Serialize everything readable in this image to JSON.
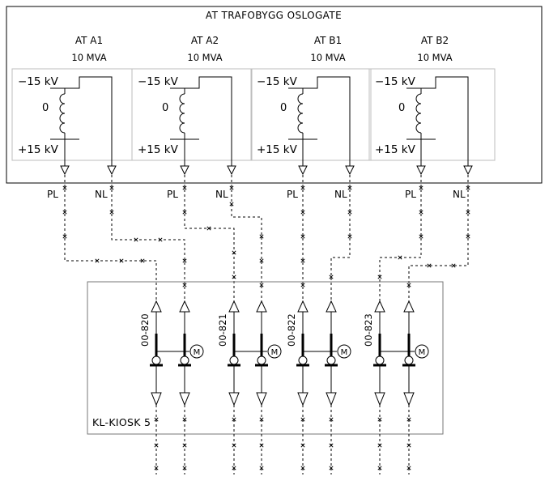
{
  "building": {
    "title": "AT TRAFOBYGG OSLOGATE"
  },
  "transformers": [
    {
      "name": "AT A1",
      "rating": "10 MVA",
      "minus": "−15 kV",
      "zero": "0",
      "plus": "+15 kV",
      "pl": "PL",
      "nl": "NL"
    },
    {
      "name": "AT A2",
      "rating": "10 MVA",
      "minus": "−15 kV",
      "zero": "0",
      "plus": "+15 kV",
      "pl": "PL",
      "nl": "NL"
    },
    {
      "name": "AT B1",
      "rating": "10 MVA",
      "minus": "−15 kV",
      "zero": "0",
      "plus": "+15 kV",
      "pl": "PL",
      "nl": "NL"
    },
    {
      "name": "AT B2",
      "rating": "10 MVA",
      "minus": "−15 kV",
      "zero": "0",
      "plus": "+15 kV",
      "pl": "PL",
      "nl": "NL"
    }
  ],
  "kiosk": {
    "name": "KL-KIOSK 5",
    "switches": [
      {
        "code": "00-820",
        "motor": "M"
      },
      {
        "code": "00-821",
        "motor": "M"
      },
      {
        "code": "00-822",
        "motor": "M"
      },
      {
        "code": "00-823",
        "motor": "M"
      }
    ]
  }
}
